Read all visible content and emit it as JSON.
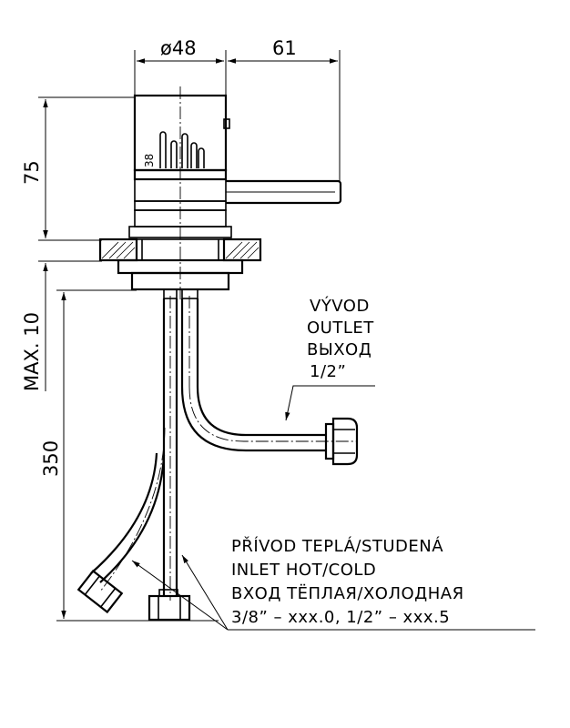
{
  "dimensions": {
    "diameter": "ø48",
    "lever_reach": "61",
    "body_height": "75",
    "max_deck": "MAX. 10",
    "hose_length": "350",
    "scale_mark": "38"
  },
  "outlet_note": {
    "line1": "VÝVOD",
    "line2": "OUTLET",
    "line3": "ВЫХОД",
    "line4": "1/2”"
  },
  "inlet_note": {
    "line1": "PŘÍVOD TEPLÁ/STUDENÁ",
    "line2": "INLET HOT/COLD",
    "line3": "ВХОД ТЁПЛАЯ/ХОЛОДНАЯ",
    "line4": "3/8”  –  xxx.0,  1/2”  –  xxx.5"
  }
}
